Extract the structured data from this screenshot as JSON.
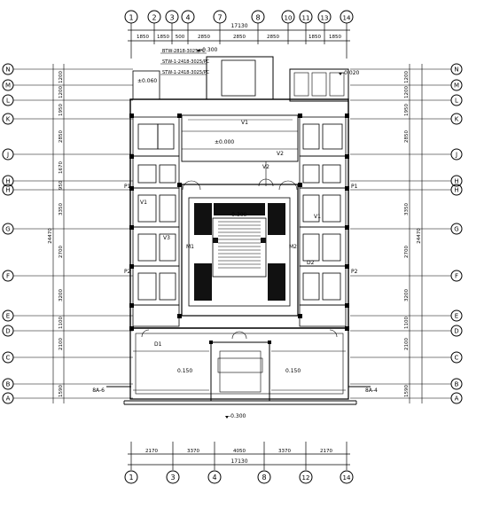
{
  "top_axes": [
    "1",
    "2",
    "3",
    "4",
    "7",
    "8",
    "10",
    "11",
    "13",
    "14"
  ],
  "bottom_axes": [
    "1",
    "3",
    "4",
    "8",
    "12",
    "14"
  ],
  "row_axes": [
    "N",
    "M",
    "L",
    "K",
    "J",
    "H",
    "H",
    "G",
    "F",
    "E",
    "D",
    "C",
    "B",
    "A"
  ],
  "top_dims": {
    "total": "17130",
    "segments": [
      "1850",
      "1850",
      "500",
      "2850",
      "2850",
      "2850",
      "1850",
      "1850"
    ]
  },
  "bottom_dims": {
    "total": "17130",
    "segments": [
      "2170",
      "3370",
      "4050",
      "3370",
      "2170"
    ]
  },
  "side_dims": {
    "total": "24470",
    "segments": [
      "1200",
      "1200",
      "1950",
      "2850",
      "1670",
      "950",
      "3350",
      "2700",
      "3200",
      "1100",
      "2100",
      "1590"
    ]
  },
  "elevations": {
    "yard": "-0.300",
    "roof_left": "±0.060",
    "roof_right": "-0.020",
    "hall": "±0.000",
    "courtyard_center": "-0.300",
    "bottom_entry": "-0.300",
    "left_room": "0.150",
    "right_room": "0.150"
  },
  "notes": [
    "BTW-2818-3025/PC",
    "STW-1-2418-3025/PC",
    "STW-1-2418-3025/PC"
  ],
  "section_marks": {
    "left": "8A-6",
    "right": "8A-4"
  },
  "room_tags": [
    "V1",
    "V2",
    "V3",
    "D1",
    "D2",
    "P1",
    "P2",
    "M1",
    "M2"
  ]
}
